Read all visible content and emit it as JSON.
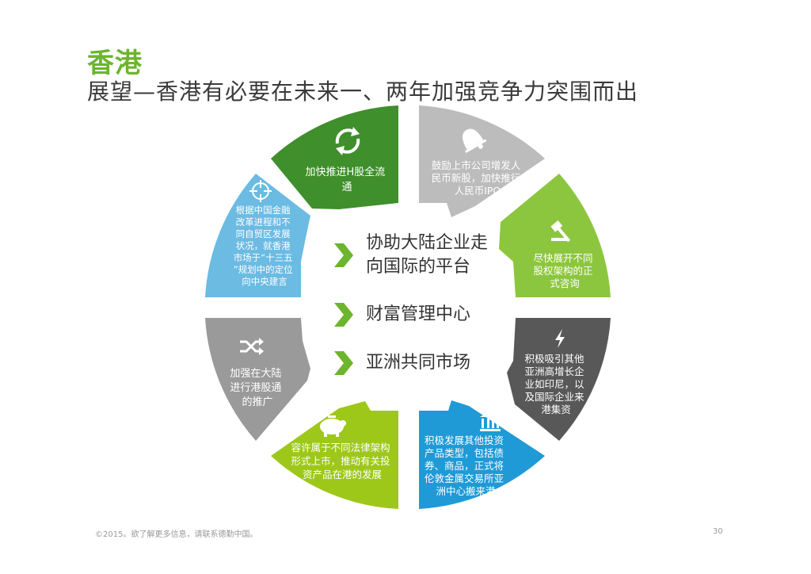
{
  "header": {
    "title": "香港",
    "subtitle": "展望—香港有必要在未来一、两年加强竞争力突围而出"
  },
  "colors": {
    "accent_green": "#6cb52d",
    "dark_green": "#3f8f2c",
    "light_green": "#8cc63f",
    "yellow_green": "#9dc81a",
    "light_gray": "#bcbcbc",
    "mid_gray": "#9a9a9a",
    "dark_gray": "#585858",
    "light_blue": "#6bbbe3",
    "blue": "#1f9ad6"
  },
  "segments": [
    {
      "id": "top-left",
      "icon": "refresh-icon",
      "lines": [
        "加快推进H股全流",
        "通"
      ]
    },
    {
      "id": "top-right",
      "icon": "bell-icon",
      "lines": [
        "鼓励上市公司增发人",
        "民币新股，加快推行",
        "人民币IPO"
      ]
    },
    {
      "id": "right-upper",
      "icon": "gavel-icon",
      "lines": [
        "尽快展开不同",
        "股权架构的正",
        "式咨询"
      ]
    },
    {
      "id": "right-lower",
      "icon": "lightning-icon",
      "lines": [
        "积极吸引其他",
        "亚洲高增长企",
        "业如印尼，以",
        "及国际企业来",
        "港集资"
      ]
    },
    {
      "id": "bottom-right",
      "icon": "bank-icon",
      "lines": [
        "积极发展其他投资",
        "产品类型，包括债",
        "券、商品，正式将",
        "伦敦金属交易所亚",
        "洲中心搬来港"
      ]
    },
    {
      "id": "bottom-left",
      "icon": "piggy-bank-icon",
      "lines": [
        "容许属于不同法律架构",
        "形式上市，推动有关投",
        "资产品在港的发展"
      ]
    },
    {
      "id": "left-lower",
      "icon": "shuffle-icon",
      "lines": [
        "加强在大陆",
        "进行港股通",
        "的推广"
      ]
    },
    {
      "id": "left-upper",
      "icon": "target-icon",
      "lines": [
        "根据中国金融",
        "改革进程和不",
        "同自贸区发展",
        "状况，就香港",
        "市场于“十三五",
        "”规划中的定位",
        "向中央建言"
      ]
    }
  ],
  "center_items": [
    {
      "lines": [
        "协助大陆企业走",
        "向国际的平台"
      ]
    },
    {
      "lines": [
        "财富管理中心"
      ]
    },
    {
      "lines": [
        "亚洲共同市场"
      ]
    }
  ],
  "footer": {
    "copyright": "©2015。欲了解更多信息，请联系德勤中国。",
    "page_number": "30"
  }
}
